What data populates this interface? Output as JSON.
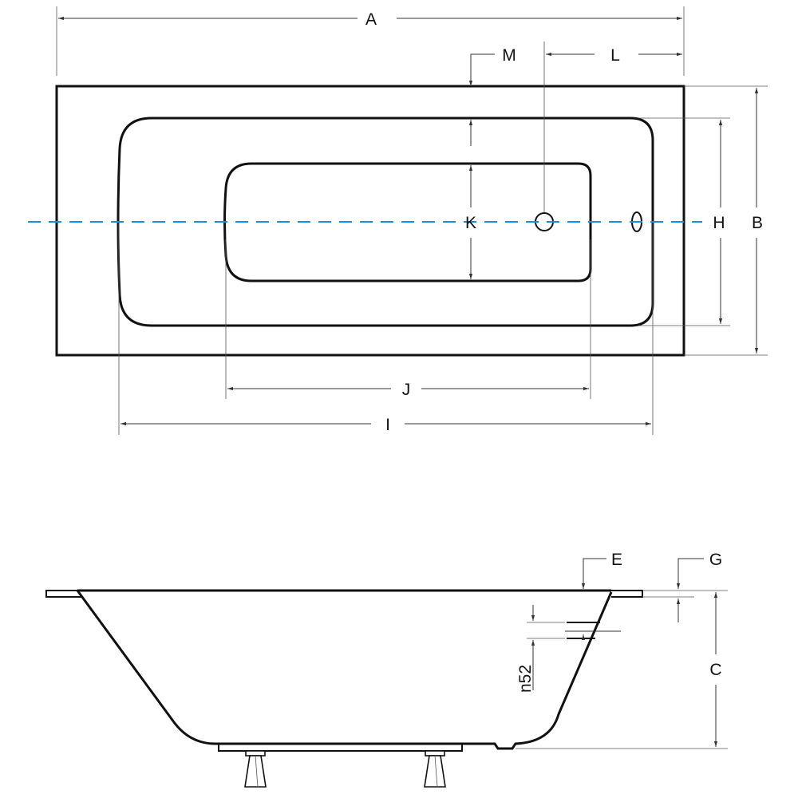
{
  "labels": {
    "A": "A",
    "B": "B",
    "C": "C",
    "E": "E",
    "G": "G",
    "H": "H",
    "I": "I",
    "J": "J",
    "K": "K",
    "L": "L",
    "M": "M",
    "n52": "n52"
  },
  "colors": {
    "centerline": "#1e90d6",
    "outline": "#111111",
    "dimension": "#333333"
  }
}
